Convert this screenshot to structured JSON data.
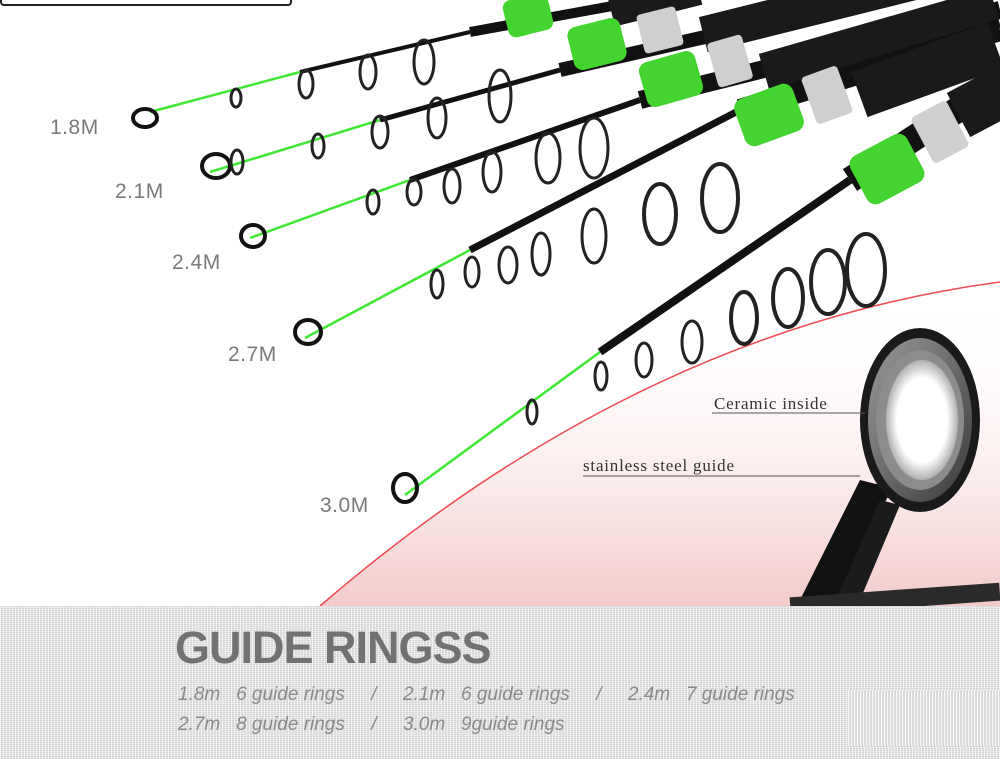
{
  "lengths": [
    "1.8M",
    "2.1M",
    "2.4M",
    "2.7M",
    "3.0M"
  ],
  "callouts": {
    "ceramic": "Ceramic inside",
    "steel": "stainless steel guide"
  },
  "banner": {
    "title": "GUIDE RINGSS",
    "line1": "1.8m   6 guide rings     /     2.1m   6 guide rings     /     2.4m   7 guide rings",
    "line2": "2.7m   8 guide rings     /     3.0m   9guide rings"
  },
  "colors": {
    "tip_green": "#3fe832",
    "accent_red": "#e8202a",
    "banner_text": "#727272"
  }
}
